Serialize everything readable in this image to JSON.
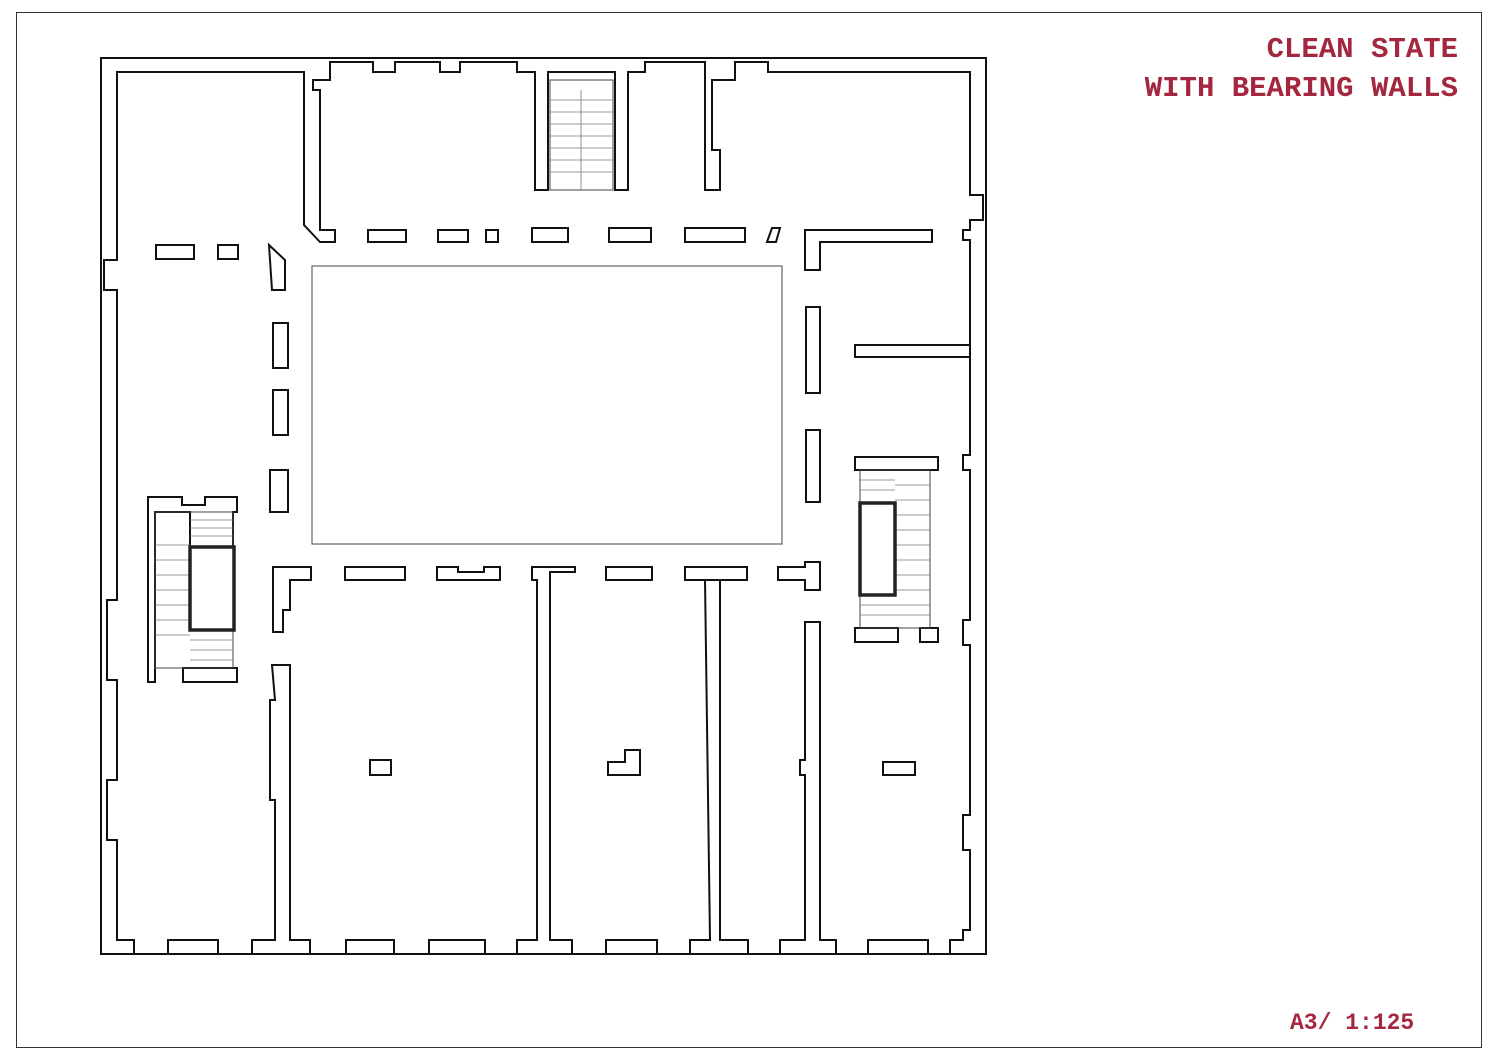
{
  "title": {
    "line1": "CLEAN STATE",
    "line2": "WITH BEARING WALLS"
  },
  "scale_label": "A3/ 1:125",
  "colors": {
    "accent": "#a3283f",
    "walls": "#111111"
  }
}
